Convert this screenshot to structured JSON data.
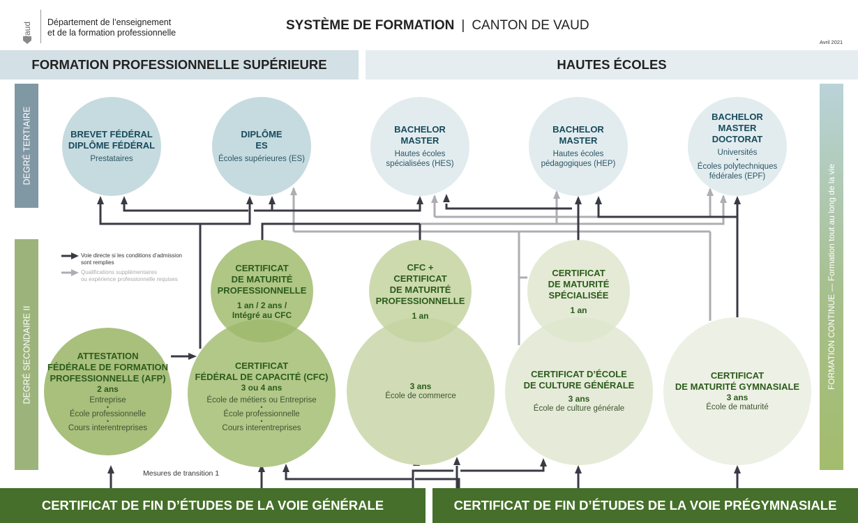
{
  "header": {
    "logo_text": "canton de vaud",
    "department_line1": "Département de l’enseignement",
    "department_line2": "et de la formation professionnelle",
    "title_bold": "SYSTÈME DE FORMATION",
    "title_separator": "|",
    "title_regular": "CANTON DE VAUD",
    "date": "Avril 2021"
  },
  "sections": {
    "formation_professionnelle_superieure": "FORMATION PROFESSIONNELLE SUPÉRIEURE",
    "hautes_ecoles": "HAUTES ÉCOLES"
  },
  "side_labels": {
    "degre_tertiaire": "DEGRÉ TERTIAIRE",
    "degre_secondaire_ii": "DEGRÉ SECONDAIRE II",
    "formation_continue": "FORMATION CONTINUE — Formation tout au long de la vie"
  },
  "tertiary": [
    {
      "title1": "BREVET FÉDÉRAL",
      "title2": "DIPLÔME FÉDÉRAL",
      "sub": "Prestataires"
    },
    {
      "title1": "DIPLÔME",
      "title2": "ES",
      "sub": "Écoles supérieures (ES)"
    },
    {
      "title1": "BACHELOR",
      "title2": "MASTER",
      "sub1": "Hautes écoles",
      "sub2": "spécialisées (HES)"
    },
    {
      "title1": "BACHELOR",
      "title2": "MASTER",
      "sub1": "Hautes écoles",
      "sub2": "pédagogiques (HEP)"
    },
    {
      "title1": "BACHELOR",
      "title2": "MASTER",
      "title3": "DOCTORAT",
      "sub1": "Universités",
      "sub2": "Écoles polytechniques",
      "sub3": "fédérales (EPF)"
    }
  ],
  "secondary_upper": [
    {
      "title1": "CERTIFICAT",
      "title2": "DE MATURITÉ",
      "title3": "PROFESSIONNELLE",
      "dur1": "1 an / 2 ans /",
      "dur2": "Intégré au CFC"
    },
    {
      "title1": "CFC +",
      "title2": "CERTIFICAT",
      "title3": "DE MATURITÉ",
      "title4": "PROFESSIONNELLE",
      "dur": "1 an"
    },
    {
      "title1": "CERTIFICAT",
      "title2": "DE MATURITÉ",
      "title3": "SPÉCIALISÉE",
      "dur": "1 an"
    }
  ],
  "secondary_lower": [
    {
      "title1": "ATTESTATION",
      "title2": "FÉDÉRALE DE FORMATION",
      "title3": "PROFESSIONNELLE (AFP)",
      "dur": "2 ans",
      "sub1": "Entreprise",
      "sub2": "École professionnelle",
      "sub3": "Cours interentreprises"
    },
    {
      "title1": "CERTIFICAT",
      "title2": "FÉDÉRAL DE CAPACITÉ (CFC)",
      "dur": "3 ou 4 ans",
      "sub1": "École de métiers ou Entreprise",
      "sub2": "École professionnelle",
      "sub3": "Cours interentreprises"
    },
    {
      "dur": "3 ans",
      "sub": "École de commerce"
    },
    {
      "title1": "CERTIFICAT D’ÉCOLE",
      "title2": "DE CULTURE GÉNÉRALE",
      "dur": "3 ans",
      "sub": "École de culture générale"
    },
    {
      "title1": "CERTIFICAT",
      "title2": "DE MATURITÉ GYMNASIALE",
      "dur": "3 ans",
      "sub": "École de maturité"
    }
  ],
  "legend": {
    "direct_line1": "Voie directe si les conditions d’admission",
    "direct_line2": "sont remplies",
    "extra_line1": "Qualifications supplémentaires",
    "extra_line2": "ou expérience professionnelle requises"
  },
  "transition_label": "Mesures de transition 1",
  "bottom": {
    "voie_generale": "CERTIFICAT DE FIN D’ÉTUDES DE LA VOIE GÉNÉRALE",
    "voie_pregymnasiale": "CERTIFICAT DE FIN D’ÉTUDES DE LA VOIE PRÉGYMNASIALE"
  },
  "colors": {
    "dark_arrow": "#3a3a44",
    "light_arrow": "#aeadb2",
    "bottom_green": "#456f2a",
    "tertiary_blue": "#c6dbe0"
  }
}
